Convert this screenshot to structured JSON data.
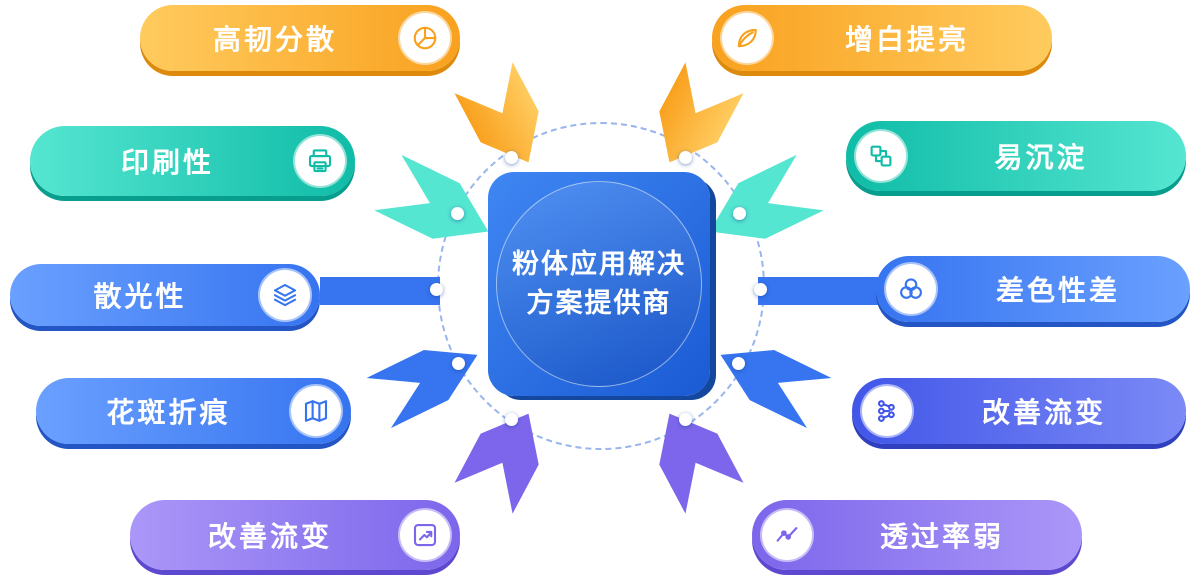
{
  "center": {
    "line1": "粉体应用解决",
    "line2": "方案提供商"
  },
  "left_items": [
    {
      "label": "高韧分散",
      "icon": "pie-chart-icon"
    },
    {
      "label": "印刷性",
      "icon": "printer-icon"
    },
    {
      "label": "散光性",
      "icon": "layers-icon"
    },
    {
      "label": "花斑折痕",
      "icon": "folded-map-icon"
    },
    {
      "label": "改善流变",
      "icon": "trend-arrow-icon"
    }
  ],
  "right_items": [
    {
      "label": "增白提亮",
      "icon": "leaf-icon"
    },
    {
      "label": "易沉淀",
      "icon": "puzzle-icon"
    },
    {
      "label": "差色性差",
      "icon": "overlap-circles-icon"
    },
    {
      "label": "改善流变",
      "icon": "molecule-icon"
    },
    {
      "label": "透过率弱",
      "icon": "line-chart-icon"
    }
  ],
  "colors": {
    "orange": "#F9A11F",
    "orange_light": "#FFCB5E",
    "orange_dark": "#DD8A0C",
    "teal": "#0FBCA7",
    "teal_light": "#55E6D1",
    "teal_dark": "#089E8D",
    "blue": "#3674F0",
    "blue_light": "#6AA0FF",
    "blue_dark": "#2356C4",
    "indigo": "#4156E8",
    "indigo_light": "#7B8AF6",
    "indigo_dark": "#3040BE",
    "purple": "#7D66EB",
    "purple_light": "#AB97F8",
    "purple_dark": "#5D49CF",
    "center_top": "#3F87F3",
    "center_bottom": "#1A5AD4",
    "center_edge": "#14489F",
    "ring": "#7FA3E8"
  }
}
